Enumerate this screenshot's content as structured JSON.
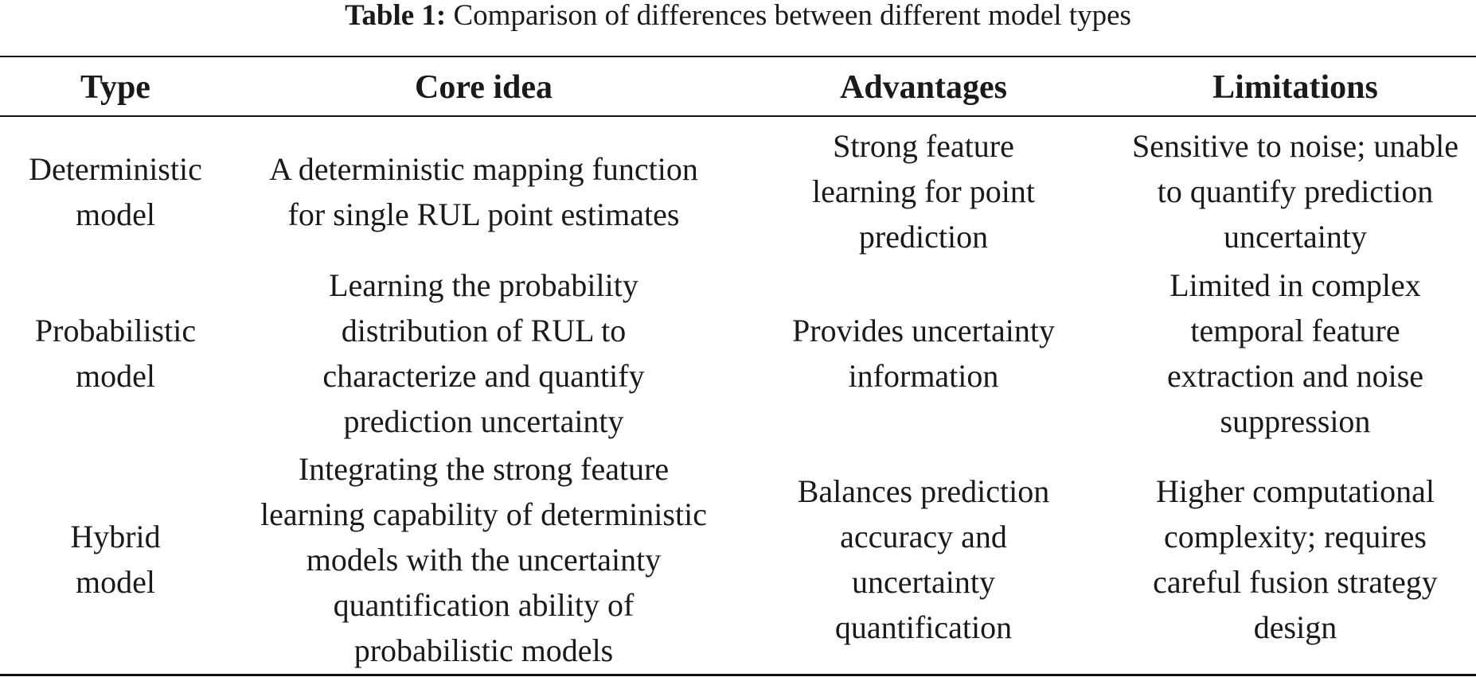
{
  "caption": {
    "label": "Table 1:",
    "text": " Comparison of differences between different model types"
  },
  "table": {
    "columns": [
      "Type",
      "Core idea",
      "Advantages",
      "Limitations"
    ],
    "rows": [
      {
        "type": "Deterministic model",
        "core_idea": "A deterministic mapping function for single RUL point estimates",
        "advantages": "Strong feature learning for point prediction",
        "limitations": "Sensitive to noise; unable to quantify prediction uncertainty"
      },
      {
        "type": "Probabilistic model",
        "core_idea": "Learning the probability distribution of RUL to characterize and quantify prediction uncertainty",
        "advantages": "Provides uncertainty information",
        "limitations": "Limited in complex temporal feature extraction and noise suppression"
      },
      {
        "type": "Hybrid model",
        "core_idea": "Integrating the strong feature learning capability of deterministic models with the uncertainty quantification ability of probabilistic models",
        "advantages": "Balances prediction accuracy and uncertainty quantification",
        "limitations": "Higher computational complexity; requires careful fusion strategy design"
      }
    ]
  }
}
